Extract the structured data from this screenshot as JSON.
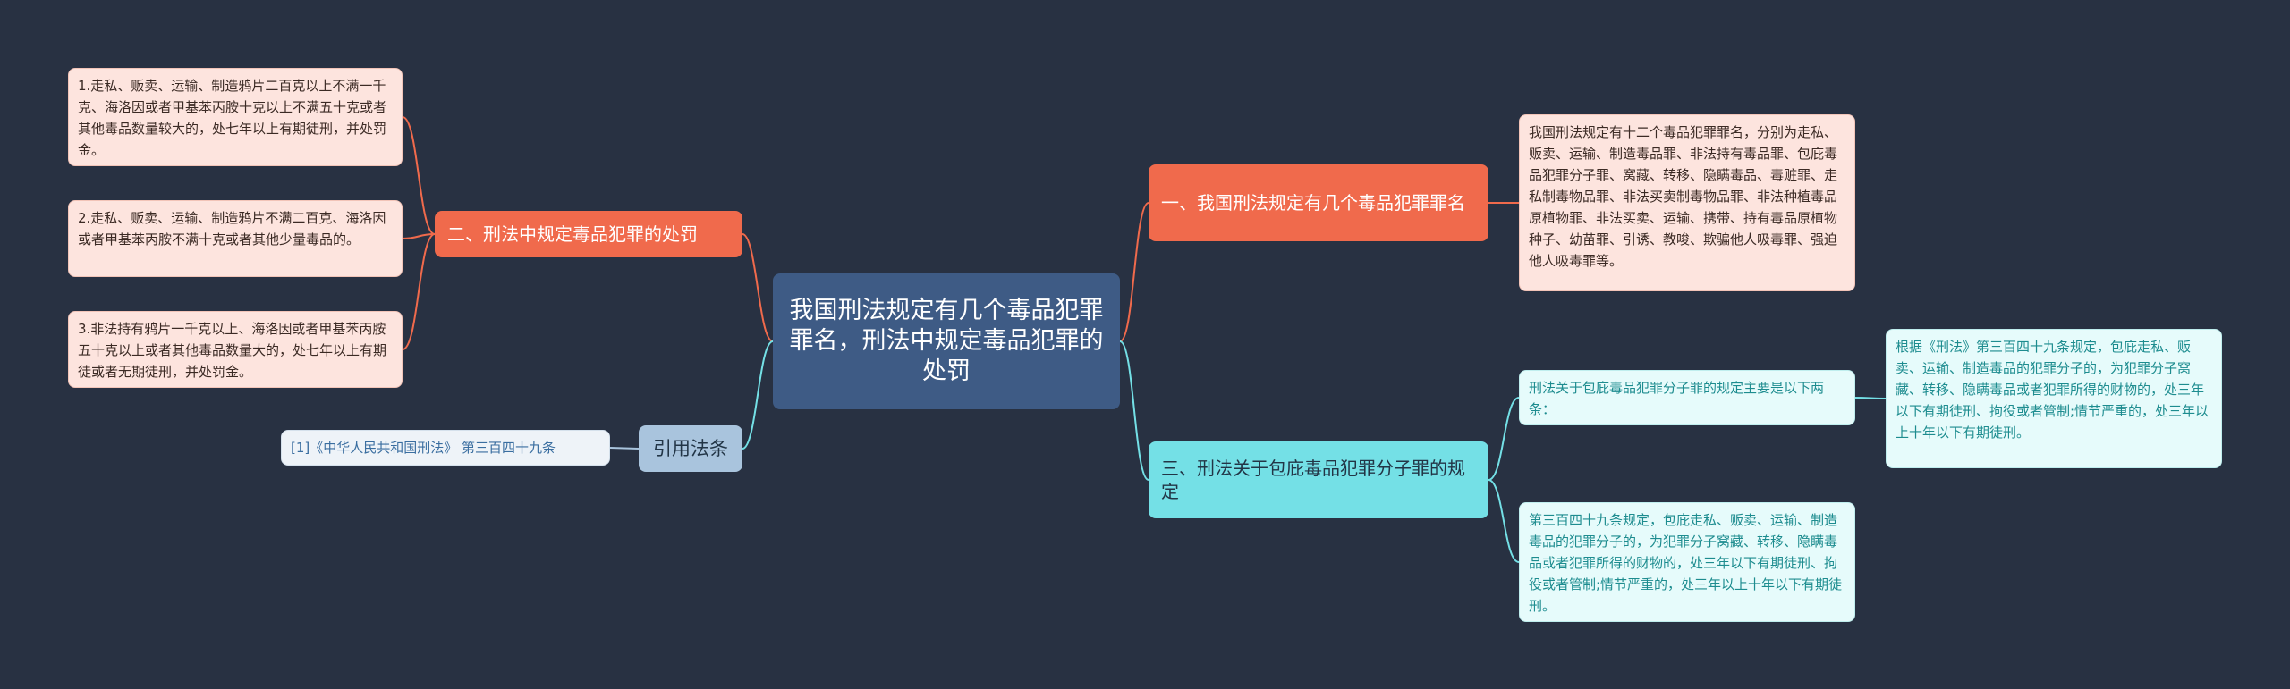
{
  "root": {
    "text": "我国刑法规定有几个毒品犯罪罪名，刑法中规定毒品犯罪的处罚"
  },
  "branches": {
    "b1": "一、我国刑法规定有几个毒品犯罪罪名",
    "b2": "二、刑法中规定毒品犯罪的处罚",
    "b3": "三、刑法关于包庇毒品犯罪分子罪的规定",
    "ref": "引用法条"
  },
  "leaves": {
    "b1_1": "我国刑法规定有十二个毒品犯罪罪名，分别为走私、贩卖、运输、制造毒品罪、非法持有毒品罪、包庇毒品犯罪分子罪、窝藏、转移、隐瞒毒品、毒赃罪、走私制毒物品罪、非法买卖制毒物品罪、非法种植毒品原植物罪、非法买卖、运输、携带、持有毒品原植物种子、幼苗罪、引诱、教唆、欺骗他人吸毒罪、强迫他人吸毒罪等。",
    "b2_1": "1.走私、贩卖、运输、制造鸦片二百克以上不满一千克、海洛因或者甲基苯丙胺十克以上不满五十克或者其他毒品数量较大的，处七年以上有期徒刑，并处罚金。",
    "b2_2": "2.走私、贩卖、运输、制造鸦片不满二百克、海洛因或者甲基苯丙胺不满十克或者其他少量毒品的。",
    "b2_3": "3.非法持有鸦片一千克以上、海洛因或者甲基苯丙胺五十克以上或者其他毒品数量大的，处七年以上有期徒或者无期徒刑，并处罚金。",
    "b3_1": "刑法关于包庇毒品犯罪分子罪的规定主要是以下两条：",
    "b3_2": "第三百四十九条规定，包庇走私、贩卖、运输、制造毒品的犯罪分子的，为犯罪分子窝藏、转移、隐瞒毒品或者犯罪所得的财物的，处三年以下有期徒刑、拘役或者管制;情节严重的，处三年以上十年以下有期徒刑。",
    "b3_1_1": "根据《刑法》第三百四十九条规定，包庇走私、贩卖、运输、制造毒品的犯罪分子的，为犯罪分子窝藏、转移、隐瞒毒品或者犯罪所得的财物的，处三年以下有期徒刑、拘役或者管制;情节严重的，处三年以上十年以下有期徒刑。",
    "ref_1": "[1]《中华人民共和国刑法》 第三百四十九条"
  },
  "colors": {
    "background": "#283142",
    "root": "#3e5b85",
    "red_branch": "#f06a4c",
    "cyan_branch": "#74e0e6",
    "ref_branch": "#a9c4dd"
  }
}
